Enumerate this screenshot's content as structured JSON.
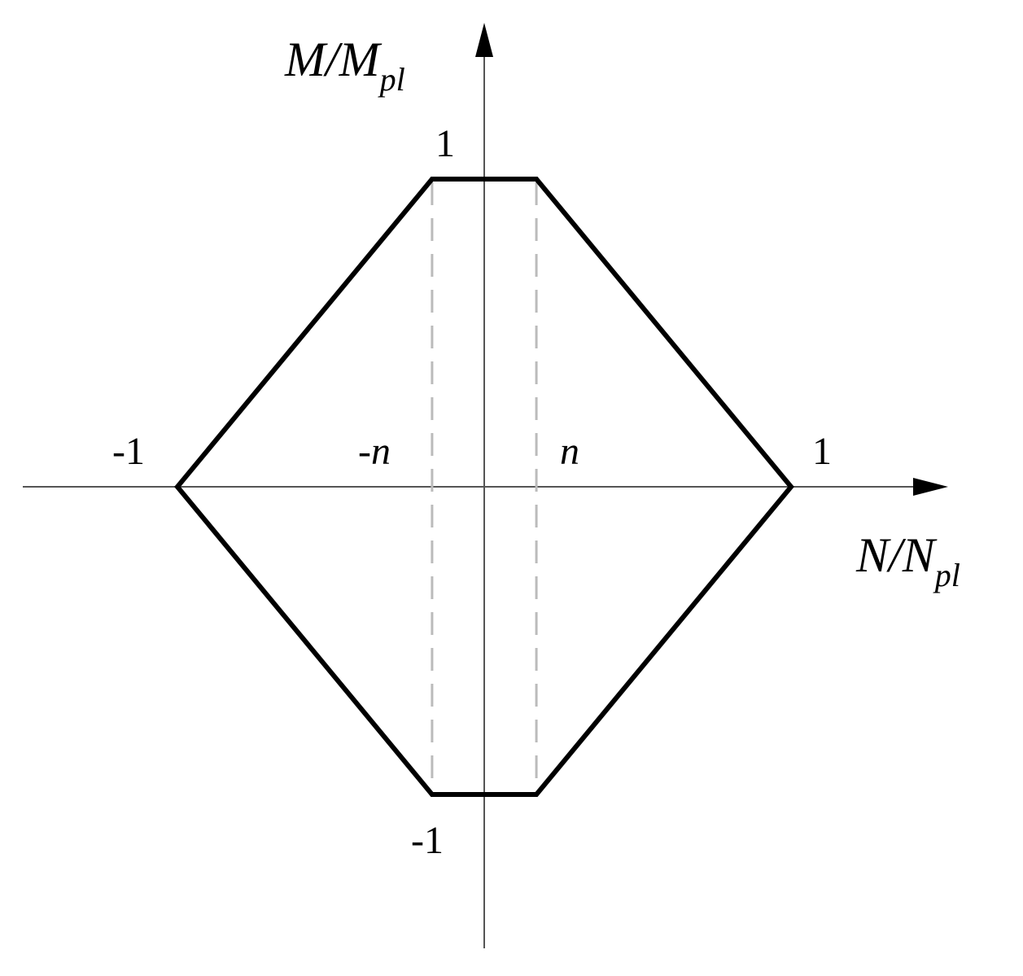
{
  "diagram": {
    "y_axis_label": {
      "main": "M/M",
      "sub": "pl"
    },
    "x_axis_label": {
      "main": "N/N",
      "sub": "pl"
    },
    "ticks": {
      "y_top": "1",
      "y_bottom": "-1",
      "x_left": "-1",
      "x_right": "1",
      "x_neg_n": "-n",
      "x_pos_n": "n"
    },
    "colors": {
      "axis": "#555555",
      "outline": "#000000",
      "dashed": "#bbbbbb"
    }
  },
  "chart_data": {
    "type": "line",
    "n": 0.17,
    "xlim": [
      -1.5,
      1.5
    ],
    "ylim": [
      -1.5,
      1.5
    ],
    "series": [
      {
        "x": [
          -1,
          -0.17,
          0.17,
          1,
          0.17,
          -0.17,
          -1
        ],
        "y": [
          0,
          1,
          1,
          0,
          -1,
          -1,
          0
        ]
      }
    ]
  }
}
